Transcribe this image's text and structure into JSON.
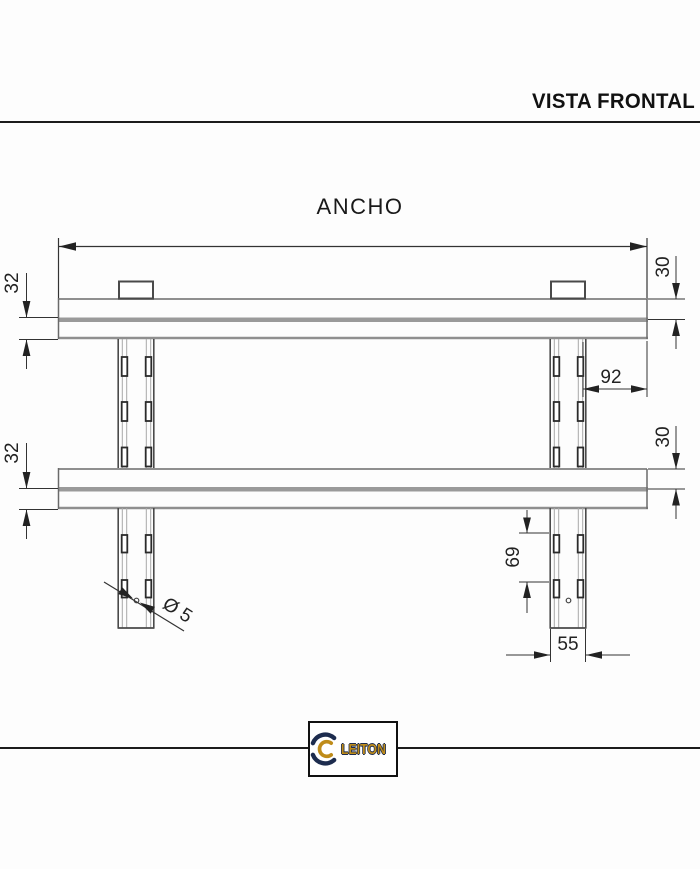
{
  "header": {
    "title": "VISTA FRONTAL"
  },
  "drawing": {
    "width_label": "ANCHO",
    "dims": {
      "top_shelf_left": "32",
      "top_shelf_right": "30",
      "post_to_edge": "92",
      "bottom_shelf_left": "32",
      "bottom_shelf_right": "30",
      "slot_spacing": "69",
      "post_width": "55",
      "hole_diameter": "Ø 5"
    }
  },
  "footer": {
    "logo_text": "LEITON"
  },
  "colors": {
    "shelf_line_gray": "#8f8f8f",
    "post_line_dark": "#4a4a4a",
    "dimension": "#2b2b2b",
    "logo_navy": "#1d2c4e",
    "logo_gold": "#bf8c1a"
  }
}
